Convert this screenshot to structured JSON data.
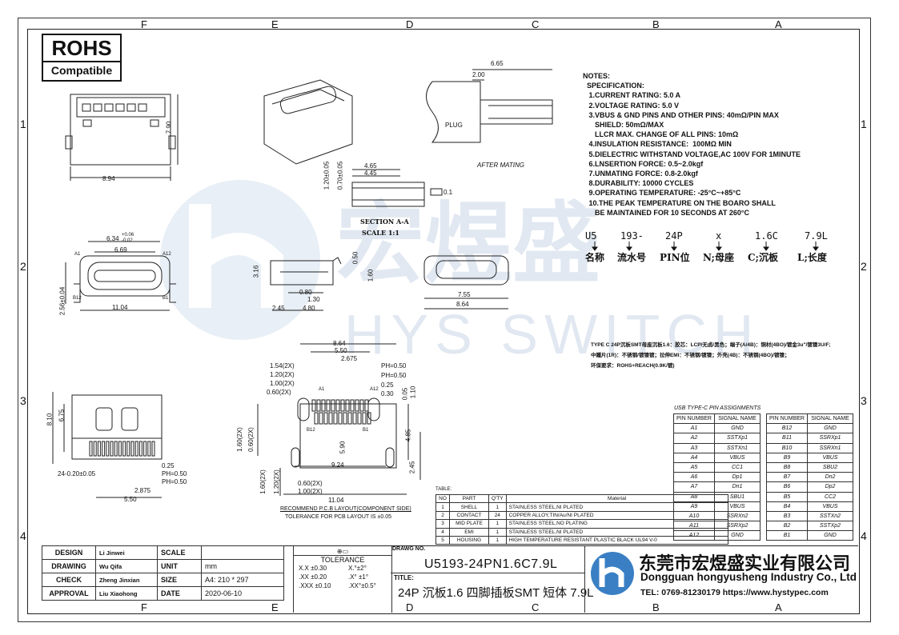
{
  "zones": {
    "top": [
      "F",
      "E",
      "D",
      "C",
      "B",
      "A"
    ],
    "bottom": [
      "F",
      "E",
      "D",
      "C",
      "B",
      "A"
    ],
    "left": [
      "1",
      "2",
      "3",
      "4"
    ],
    "right": [
      "1",
      "2",
      "3",
      "4"
    ]
  },
  "rohs": {
    "title": "ROHS",
    "sub": "Compatible"
  },
  "dims": {
    "d865": "6.65",
    "d200": "2.00",
    "plug": "PLUG",
    "after": "AFTER  MATING",
    "d894": "8.94",
    "d790": "7.90",
    "d465": "4.65",
    "d445": "4.45",
    "d120": "1.20±0.05",
    "d070": "0.70±0.05",
    "flat": "0.1",
    "secA": "SECTION A-A",
    "scale": "SCALE 1:1",
    "d634": "6.34",
    "d634t": "+0.06",
    "d634b": "-0.02",
    "d669": "6.69",
    "a1": "A1",
    "a12": "A12",
    "b12": "B12",
    "b1": "B1",
    "d256": "2.56±0.04",
    "d1104": "11.04",
    "d316": "3.16",
    "d050": "0.50",
    "d160": "1.60",
    "d080": "0.80",
    "d130": "1.30",
    "d245": "2.45",
    "d480": "4.80",
    "d755": "7.55",
    "d864": "8.64",
    "p864": "8.64",
    "p550": "5.50",
    "p2675": "2.675",
    "p154": "1.54(2X)",
    "p120": "1.20(2X)",
    "p100": "1.00(2X)",
    "p060": "0.60(2X)",
    "pph1": "PH=0.50",
    "pph2": "PH=0.50",
    "p025": "0.25",
    "p030": "0.30",
    "p005": "0.05",
    "p110": "1.10",
    "pa1": "A1",
    "pa12": "A12",
    "pb12": "B12",
    "pb1": "B1",
    "p160v": "1.60(2X)",
    "p060v": "0.60(2X)",
    "p590": "5.90",
    "p485": "4.85",
    "p924": "9.24",
    "p245": "2.45",
    "p160b": "1.60(2X)",
    "p120b": "1.20(2X)",
    "p060h": "0.60(2X)",
    "p100h": "1.00(2X)",
    "p1104": "11.04",
    "rec": "RECOMMEND P.C.B LAYOUT(COMPONENT SIDE)",
    "tol": "TOLERANCE FOR PCB LAYOUT IS ±0.05",
    "s810": "8.10",
    "s675": "6.75",
    "s024": "24-0.20±0.05",
    "s025": "0.25",
    "sph1": "PH=0.50",
    "sph2": "PH=0.50",
    "s2875": "2.875",
    "s550": "5.50"
  },
  "notes": "NOTES:\n  SPECIFICATION:\n   1.CURRENT RATING: 5.0 A\n   2.VOLTAGE RATING: 5.0 V\n   3.VBUS & GND PINS AND OTHER PINS: 40mΩ/PIN MAX\n      SHIELD: 50mΩ/MAX\n      LLCR MAX. CHANGE OF ALL PINS: 10mΩ\n   4.INSULATION RESISTANCE:  100MΩ MIN\n   5.DIELECTRIC WITHSTAND VOLTAGE,AC 100V FOR 1MINUTE\n   6.LNSERTION FORCE: 0.5~2.0kgf\n   7.UNMATING FORCE: 0.8-2.0kgf\n   8.DURABILITY: 10000 CYCLES\n   9.OPERATING TEMPERATURE: -25°C~+85°C\n   10.THE PEAK TEMPERATURE ON THE BOARO SHALL\n      BE MAINTAINED FOR 10 SECONDS AT 260°C",
  "partcode": {
    "codes": [
      "U5",
      "193-",
      "24P",
      "x",
      "1.6C",
      "7.9L"
    ],
    "meanings": [
      "名称",
      "流水号",
      "PIN位",
      "N;母座",
      "C;沉板",
      "L;长度"
    ]
  },
  "zh_spec": [
    "TYPE C 24P沉板SMT母座沉板1.6：胶芯：LCP/无卤/黑色；端子(A/4B)：铜材(4BO)/镀金3u\"/镀镍3U/F;",
    "中鐵片(1R)：不锈钢/镀镍镀；拉伸EMI：不锈钢/镀镍；外壳(4B)：不锈钢(4BO)/镀镍；",
    "环保要求：ROHS+REACH(0.9K/镀)"
  ],
  "pin_table": {
    "title": "USB TYPE-C PIN ASSIGNMENTS",
    "headers": [
      "PIN NUMBER",
      "SIGNAL NAME",
      "PIN NUMBER",
      "SIGNAL NAME"
    ],
    "rows": [
      [
        "A1",
        "GND",
        "B12",
        "GND"
      ],
      [
        "A2",
        "SSTXp1",
        "B11",
        "SSRXp1"
      ],
      [
        "A3",
        "SSTXn1",
        "B10",
        "SSRXn1"
      ],
      [
        "A4",
        "VBUS",
        "B9",
        "VBUS"
      ],
      [
        "A5",
        "CC1",
        "B8",
        "SBU2"
      ],
      [
        "A6",
        "Dp1",
        "B7",
        "Dn2"
      ],
      [
        "A7",
        "Dn1",
        "B6",
        "Dp2"
      ],
      [
        "A8",
        "SBU1",
        "B5",
        "CC2"
      ],
      [
        "A9",
        "VBUS",
        "B4",
        "VBUS"
      ],
      [
        "A10",
        "SSRXn2",
        "B3",
        "SSTXn2"
      ],
      [
        "A11",
        "SSRXp2",
        "B2",
        "SSTXp2"
      ],
      [
        "A12",
        "GND",
        "B1",
        "GND"
      ]
    ]
  },
  "bom": {
    "title": "TABLE:",
    "headers": [
      "NO",
      "PART",
      "Q'TY",
      "Material"
    ],
    "rows": [
      [
        "1",
        "SHELL",
        "1",
        "STAINLESS STEEL,NI PLATED"
      ],
      [
        "2",
        "CONTACT",
        "24",
        "COPPER ALLOY,TIN/Au/NI PLATED"
      ],
      [
        "3",
        "MID PLATE",
        "1",
        "STAINLESS STEEL,NO PLATING"
      ],
      [
        "4",
        "EMI",
        "1",
        "STAINLESS STEEL,NI PLATED"
      ],
      [
        "5",
        "HOUSING",
        "1",
        "HIGH TEMPERATURE RESISTANT PLASTIC BLACK UL94 V-0"
      ]
    ]
  },
  "title_block": {
    "rows": [
      [
        "DESIGN",
        "Li Jinwei",
        "SCALE",
        "",
        "",
        ""
      ],
      [
        "DRAWING",
        "Wu Qifa",
        "UNIT",
        "mm"
      ],
      [
        "CHECK",
        "Zheng Jinxian",
        "SIZE",
        "A4: 210 * 297"
      ],
      [
        "APPROVAL",
        "Liu Xiaohong",
        "DATE",
        "2020-06-10"
      ]
    ],
    "tolerance": "TOLERANCE",
    "tol_rows": [
      [
        "X.X  ±0.30",
        "X.°±2°"
      ],
      [
        ".XX  ±0.20",
        ".X° ±1°"
      ],
      [
        ".XXX  ±0.10",
        ".XX°±0.5°"
      ]
    ],
    "drawno_label": "DRAWG NO.",
    "drawno": "U5193-24PN1.6C7.9L",
    "title_label": "TITLE:",
    "title": "24P 沉板1.6 四脚插板SMT 短体 7.9L",
    "company_cn": "东莞市宏煜盛实业有限公司",
    "company_en": "Dongguan hongyusheng Industry Co., Ltd",
    "contact": "TEL: 0769-81230179  https://www.hystypec.com"
  },
  "watermark": {
    "cn": "宏煜盛",
    "en": "HYS SWITCH"
  },
  "colors": {
    "logo": "#3a7fc4",
    "watermark": "#c9d6e6"
  }
}
